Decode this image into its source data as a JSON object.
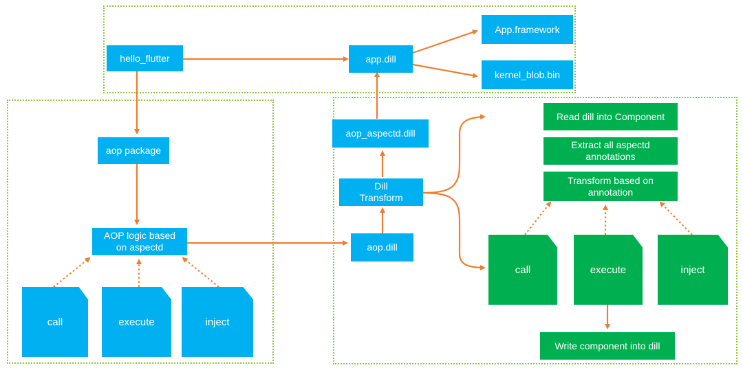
{
  "colors": {
    "blue_box": "#00b0f0",
    "green_box": "#00b050",
    "arrow": "#ed7d31",
    "region_border": "#8dc63f"
  },
  "nodes": {
    "hello_flutter": "hello_flutter",
    "app_dill": "app.dill",
    "app_framework": "App.framework",
    "kernel_blob": "kernel_blob.bin",
    "aop_package": "aop package",
    "aop_logic": "AOP logic based\non aspectd",
    "aop_aspectd_dill": "aop_aspectd.dill",
    "dill_transform": "Dill\nTransform",
    "aop_dill": "aop.dill",
    "read_dill": "Read dill into Component",
    "extract_annotations": "Extract all aspectd\nannotations",
    "transform_annotation": "Transform based on\nannotation",
    "write_component": "Write component into dill"
  },
  "left_docs": [
    "call",
    "execute",
    "inject"
  ],
  "right_docs": [
    "call",
    "execute",
    "inject"
  ]
}
